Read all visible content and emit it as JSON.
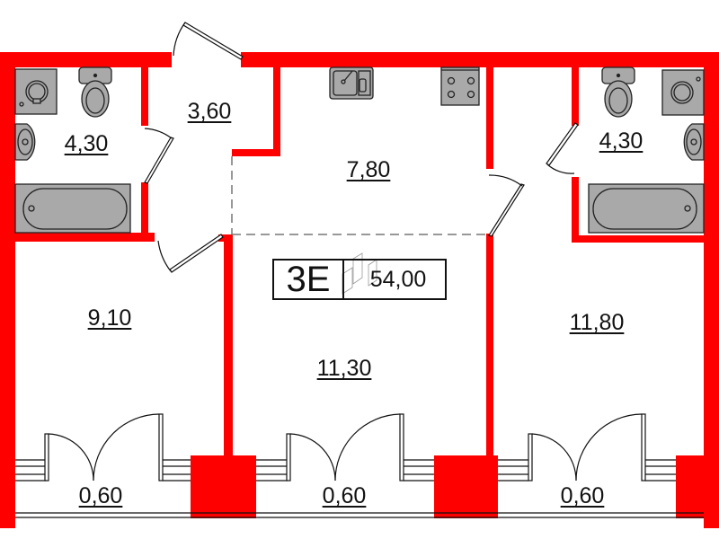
{
  "plan": {
    "wall_color": "#ff0000",
    "fixture_color": "#a9a9a9",
    "line_color": "#111111"
  },
  "apartment": {
    "type": "3E",
    "total_area": "54,00"
  },
  "rooms": [
    {
      "name": "bathroom-left",
      "area": "4,30"
    },
    {
      "name": "hallway",
      "area": "3,60"
    },
    {
      "name": "kitchen",
      "area": "7,80"
    },
    {
      "name": "bathroom-right",
      "area": "4,30"
    },
    {
      "name": "bedroom-left",
      "area": "9,10"
    },
    {
      "name": "living-room",
      "area": "11,30"
    },
    {
      "name": "bedroom-right",
      "area": "11,80"
    },
    {
      "name": "balcony-left",
      "area": "0,60"
    },
    {
      "name": "balcony-center",
      "area": "0,60"
    },
    {
      "name": "balcony-right",
      "area": "0,60"
    }
  ],
  "fixtures": {
    "bathroom-left": [
      "washing-machine",
      "toilet",
      "sink",
      "bathtub"
    ],
    "kitchen": [
      "sink",
      "stove"
    ],
    "bathroom-right": [
      "toilet",
      "washing-machine",
      "sink",
      "bathtub"
    ]
  }
}
